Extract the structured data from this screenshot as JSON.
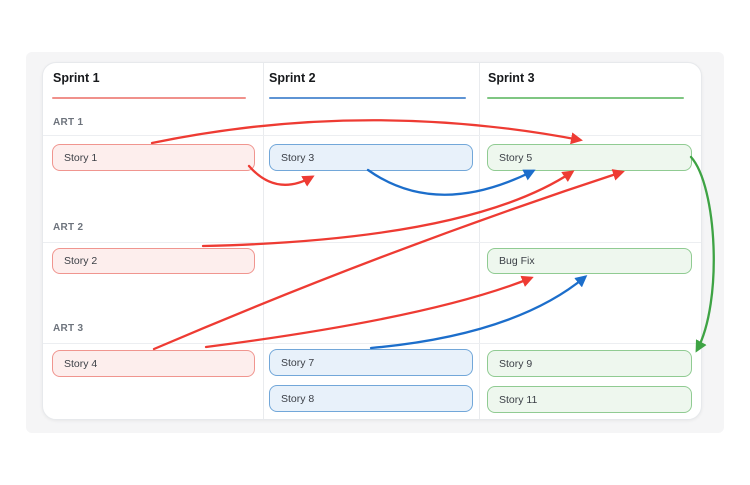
{
  "board": {
    "columns": [
      {
        "title": "Sprint 1",
        "accent": "#f0918b"
      },
      {
        "title": "Sprint 2",
        "accent": "#5e94d4"
      },
      {
        "title": "Sprint 3",
        "accent": "#7fc682"
      }
    ],
    "arts": [
      {
        "label": "ART 1"
      },
      {
        "label": "ART 2"
      },
      {
        "label": "ART 3"
      }
    ],
    "cards": [
      {
        "id": "story-1",
        "label": "Story 1",
        "color": "red",
        "sprint": "Sprint 1",
        "art": "ART 1"
      },
      {
        "id": "story-3",
        "label": "Story 3",
        "color": "blue",
        "sprint": "Sprint 2",
        "art": "ART 1"
      },
      {
        "id": "story-5",
        "label": "Story 5",
        "color": "green",
        "sprint": "Sprint 3",
        "art": "ART 1"
      },
      {
        "id": "story-2",
        "label": "Story 2",
        "color": "red",
        "sprint": "Sprint 1",
        "art": "ART 2"
      },
      {
        "id": "bug-fix",
        "label": "Bug Fix",
        "color": "green",
        "sprint": "Sprint 3",
        "art": "ART 2"
      },
      {
        "id": "story-4",
        "label": "Story 4",
        "color": "red",
        "sprint": "Sprint 1",
        "art": "ART 3"
      },
      {
        "id": "story-7",
        "label": "Story 7",
        "color": "blue",
        "sprint": "Sprint 2",
        "art": "ART 3"
      },
      {
        "id": "story-8",
        "label": "Story 8",
        "color": "blue",
        "sprint": "Sprint 2",
        "art": "ART 3"
      },
      {
        "id": "story-9",
        "label": "Story 9",
        "color": "green",
        "sprint": "Sprint 3",
        "art": "ART 3"
      },
      {
        "id": "story-11",
        "label": "Story 11",
        "color": "green",
        "sprint": "Sprint 3",
        "art": "ART 3"
      }
    ],
    "dependencies": [
      {
        "from": "Story 1",
        "to": "Story 3",
        "color": "red"
      },
      {
        "from": "Story 1",
        "to": "Story 5",
        "color": "red"
      },
      {
        "from": "Story 3",
        "to": "Story 5",
        "color": "blue"
      },
      {
        "from": "Story 2",
        "to": "Story 5",
        "color": "red"
      },
      {
        "from": "Story 4",
        "to": "Story 5",
        "color": "red"
      },
      {
        "from": "Story 4",
        "to": "Bug Fix",
        "color": "red"
      },
      {
        "from": "Story 7",
        "to": "Bug Fix",
        "color": "blue"
      },
      {
        "from": "Story 5",
        "to": "Story 9",
        "color": "green"
      }
    ],
    "colors": {
      "red": "#ee3b33",
      "blue": "#1c6ecb",
      "green": "#3ea344",
      "red_card_bg": "#fdeeed",
      "red_card_border": "#f0958f",
      "blue_card_bg": "#e8f1fa",
      "blue_card_border": "#72a7d9",
      "green_card_bg": "#eef7ee",
      "green_card_border": "#90cb92"
    }
  }
}
